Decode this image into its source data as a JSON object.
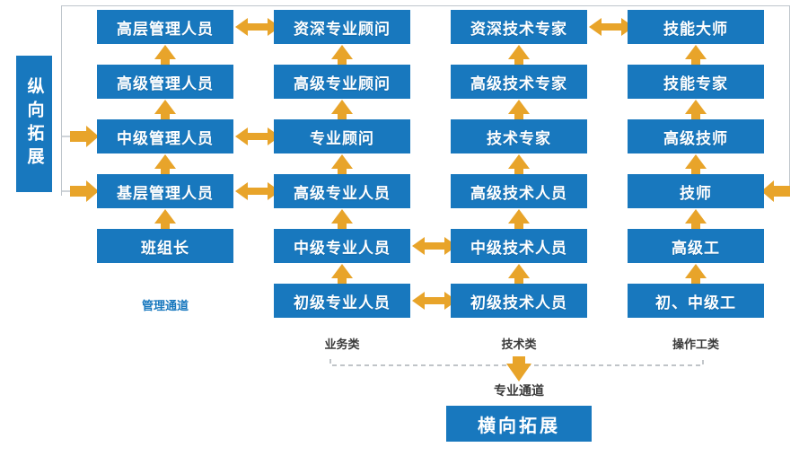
{
  "diagram": {
    "title_vertical": "纵向拓展",
    "banner_horizontal": "横向拓展",
    "channel_labels": {
      "management": "管理通道",
      "professional": "专业通道"
    },
    "category_labels": [
      {
        "id": "business",
        "text": "业务类"
      },
      {
        "id": "technical",
        "text": "技术类"
      },
      {
        "id": "operator",
        "text": "操作工类"
      }
    ],
    "colors": {
      "box_blue": "#1878be",
      "arrow_orange": "#e8a42a",
      "frame_gray": "#bfc6cc",
      "caption_gray": "#3a3a3a",
      "background": "#ffffff"
    },
    "columns": [
      {
        "id": "management",
        "name": "管理通道",
        "levels": [
          "高层管理人员",
          "高级管理人员",
          "中级管理人员",
          "基层管理人员",
          "班组长"
        ]
      },
      {
        "id": "business",
        "name": "业务类",
        "levels": [
          "资深专业顾问",
          "高级专业顾问",
          "专业顾问",
          "高级专业人员",
          "中级专业人员",
          "初级专业人员"
        ]
      },
      {
        "id": "technical",
        "name": "技术类",
        "levels": [
          "资深技术专家",
          "高级技术专家",
          "技术专家",
          "高级技术人员",
          "中级技术人员",
          "初级技术人员"
        ]
      },
      {
        "id": "operator",
        "name": "操作工类",
        "levels": [
          "技能大师",
          "技能专家",
          "高级技师",
          "技师",
          "高级工",
          "初、中级工"
        ]
      }
    ],
    "lateral_links": [
      {
        "from": "management",
        "to": "business",
        "row": 1,
        "kind": "double"
      },
      {
        "from": "management",
        "to": "business",
        "row": 3,
        "kind": "double"
      },
      {
        "from": "management",
        "to": "business",
        "row": 4,
        "kind": "double"
      },
      {
        "from": "business",
        "to": "technical",
        "row": 5,
        "kind": "double"
      },
      {
        "from": "business",
        "to": "technical",
        "row": 6,
        "kind": "double"
      },
      {
        "from": "technical",
        "to": "operator",
        "row": 1,
        "kind": "double"
      }
    ],
    "entry_arrows": [
      {
        "side": "left",
        "target": "中级管理人员"
      },
      {
        "side": "left",
        "target": "基层管理人员"
      },
      {
        "side": "right",
        "target": "技师"
      }
    ]
  }
}
